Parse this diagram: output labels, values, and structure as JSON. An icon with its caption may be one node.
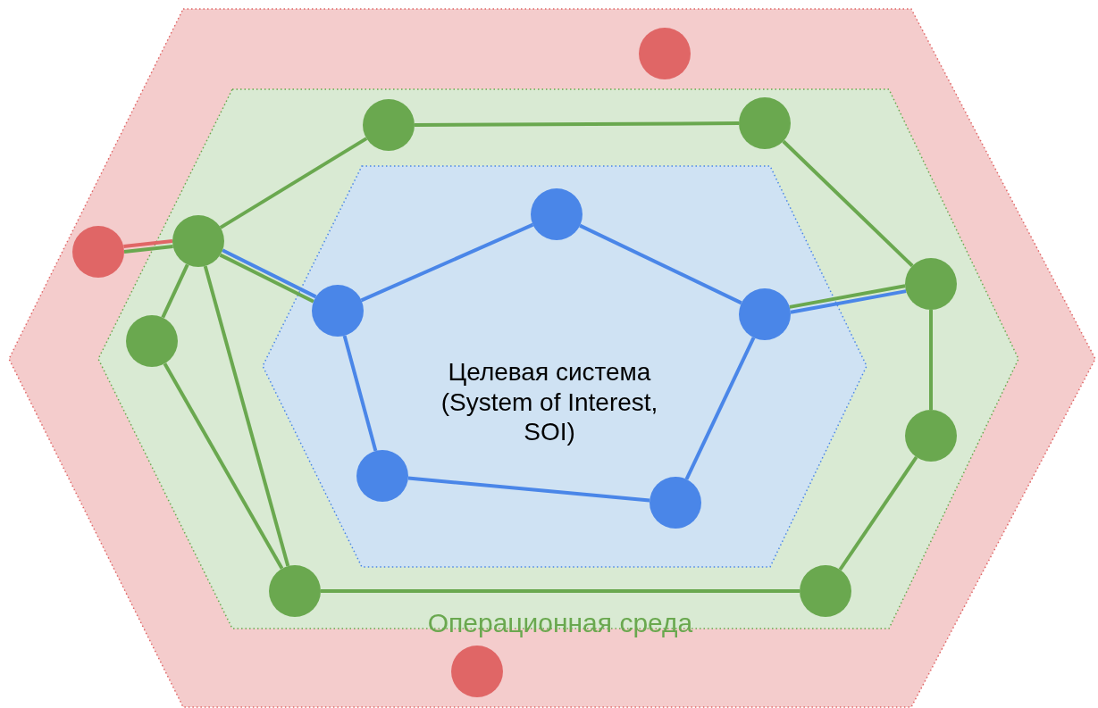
{
  "diagram": {
    "nodes": [
      {
        "text": [],
        "shape": "hexagon"
      },
      {
        "text": [],
        "shape": "circle",
        "in": 0
      },
      {
        "text": [
          "Операционная среда"
        ],
        "in": 0
      },
      {
        "text": [],
        "shape": "circle",
        "in": 2
      },
      {
        "text": [],
        "shape": "circle",
        "in": 2
      },
      {
        "text": [],
        "shape": "circle",
        "in": 0
      },
      {
        "text": [],
        "shape": "circle",
        "in": 2
      },
      {
        "text": [
          "Целевая система (System of Interest, SOI)"
        ],
        "in": 2
      },
      {
        "text": [],
        "shape": "circle",
        "in": 7
      },
      {
        "text": [],
        "shape": "circle",
        "in": 2
      },
      {
        "text": [],
        "shape": "circle",
        "in": 7
      },
      {
        "text": [],
        "shape": "circle",
        "in": 7
      },
      {
        "text": [],
        "shape": "circle",
        "in": 2
      },
      {
        "text": [],
        "shape": "circle",
        "in": 2
      },
      {
        "text": [],
        "shape": "circle",
        "in": 7
      },
      {
        "text": [],
        "shape": "circle",
        "in": 7
      },
      {
        "text": [],
        "shape": "circle",
        "in": 2
      },
      {
        "text": [],
        "shape": "circle",
        "in": 2
      },
      {
        "text": [],
        "shape": "circle",
        "in": 0
      }
    ],
    "edges": [
      {
        "from": 5,
        "to": 6,
        "arrow": "none",
        "color": "#e06666"
      },
      {
        "from": 5,
        "to": 6,
        "arrow": "none"
      },
      {
        "from": 6,
        "to": 3,
        "arrow": "none"
      },
      {
        "from": 3,
        "to": 4,
        "arrow": "none"
      },
      {
        "from": 4,
        "to": 9,
        "arrow": "none"
      },
      {
        "from": 6,
        "to": 12,
        "arrow": "none"
      },
      {
        "from": 6,
        "to": 16,
        "arrow": "none"
      },
      {
        "from": 12,
        "to": 16,
        "arrow": "none"
      },
      {
        "from": 6,
        "to": 10,
        "arrow": "none",
        "color": "#4a86e8"
      },
      {
        "from": 6,
        "to": 10,
        "arrow": "none"
      },
      {
        "from": 10,
        "to": 8,
        "arrow": "none",
        "color": "#4a86e8"
      },
      {
        "from": 8,
        "to": 11,
        "arrow": "none",
        "color": "#4a86e8"
      },
      {
        "from": 11,
        "to": 9,
        "arrow": "none"
      },
      {
        "from": 11,
        "to": 9,
        "arrow": "none",
        "color": "#4a86e8"
      },
      {
        "from": 9,
        "to": 13,
        "arrow": "none"
      },
      {
        "from": 13,
        "to": 17,
        "arrow": "none"
      },
      {
        "from": 16,
        "to": 17,
        "arrow": "none"
      },
      {
        "from": 10,
        "to": 14,
        "arrow": "none",
        "color": "#4a86e8"
      },
      {
        "from": 14,
        "to": 15,
        "arrow": "none",
        "color": "#4a86e8"
      },
      {
        "from": 11,
        "to": 15,
        "arrow": "none",
        "color": "#4a86e8"
      }
    ]
  }
}
